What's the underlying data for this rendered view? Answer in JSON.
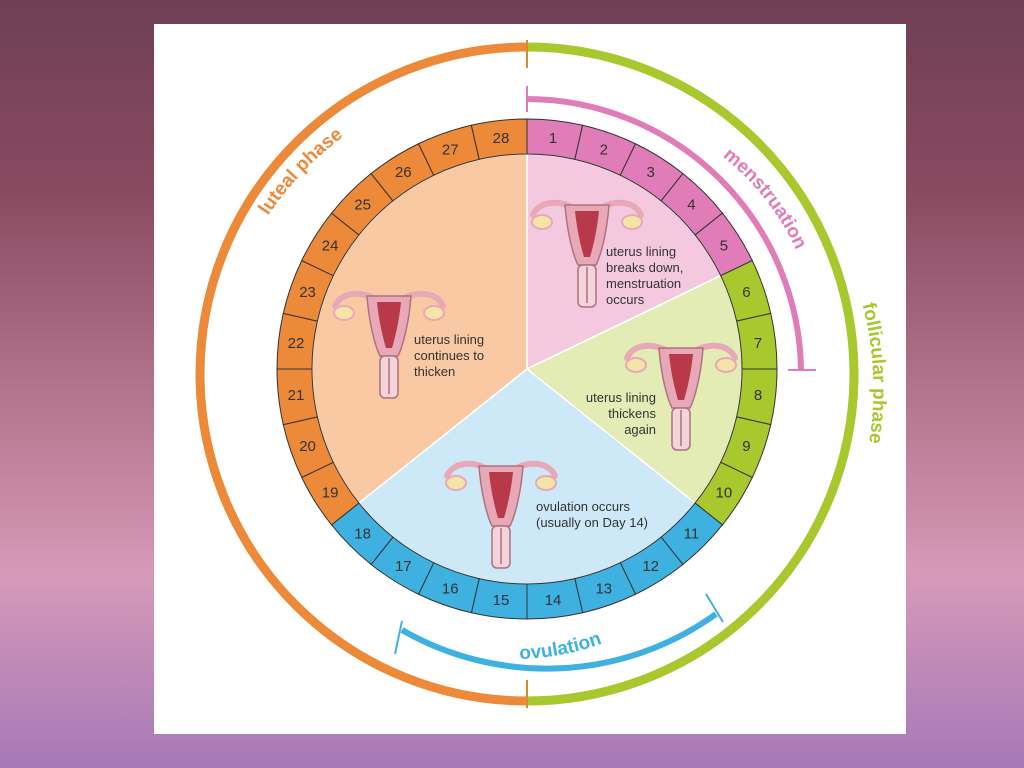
{
  "colors": {
    "menstruation": "#e07cb8",
    "menstruation_fill": "#f4c9e0",
    "follicular": "#a8c82e",
    "follicular_fill": "#e3ecb4",
    "ovulation": "#3fb1e0",
    "ovulation_fill": "#cde8f6",
    "luteal": "#ec8a3a",
    "luteal_fill": "#f8c9a2",
    "organ": "#e7a9b8",
    "ovary": "#f4e4a6"
  },
  "days": [
    "1",
    "2",
    "3",
    "4",
    "5",
    "6",
    "7",
    "8",
    "9",
    "10",
    "11",
    "12",
    "13",
    "14",
    "15",
    "16",
    "17",
    "18",
    "19",
    "20",
    "21",
    "22",
    "23",
    "24",
    "25",
    "26",
    "27",
    "28"
  ],
  "segments": [
    {
      "id": "menstruation",
      "lines": [
        "uterus lining",
        "breaks down,",
        "menstruation",
        "occurs"
      ]
    },
    {
      "id": "follicular",
      "lines": [
        "uterus lining",
        "thickens",
        "again"
      ]
    },
    {
      "id": "ovulation",
      "lines": [
        "ovulation occurs",
        "(usually on Day 14)"
      ]
    },
    {
      "id": "luteal",
      "lines": [
        "uterus lining",
        "continues to",
        "thicken"
      ]
    }
  ],
  "labels": {
    "luteal": "luteal phase",
    "follicular": "follicular phase",
    "menstruation": "menstruation",
    "ovulation": "ovulation"
  }
}
